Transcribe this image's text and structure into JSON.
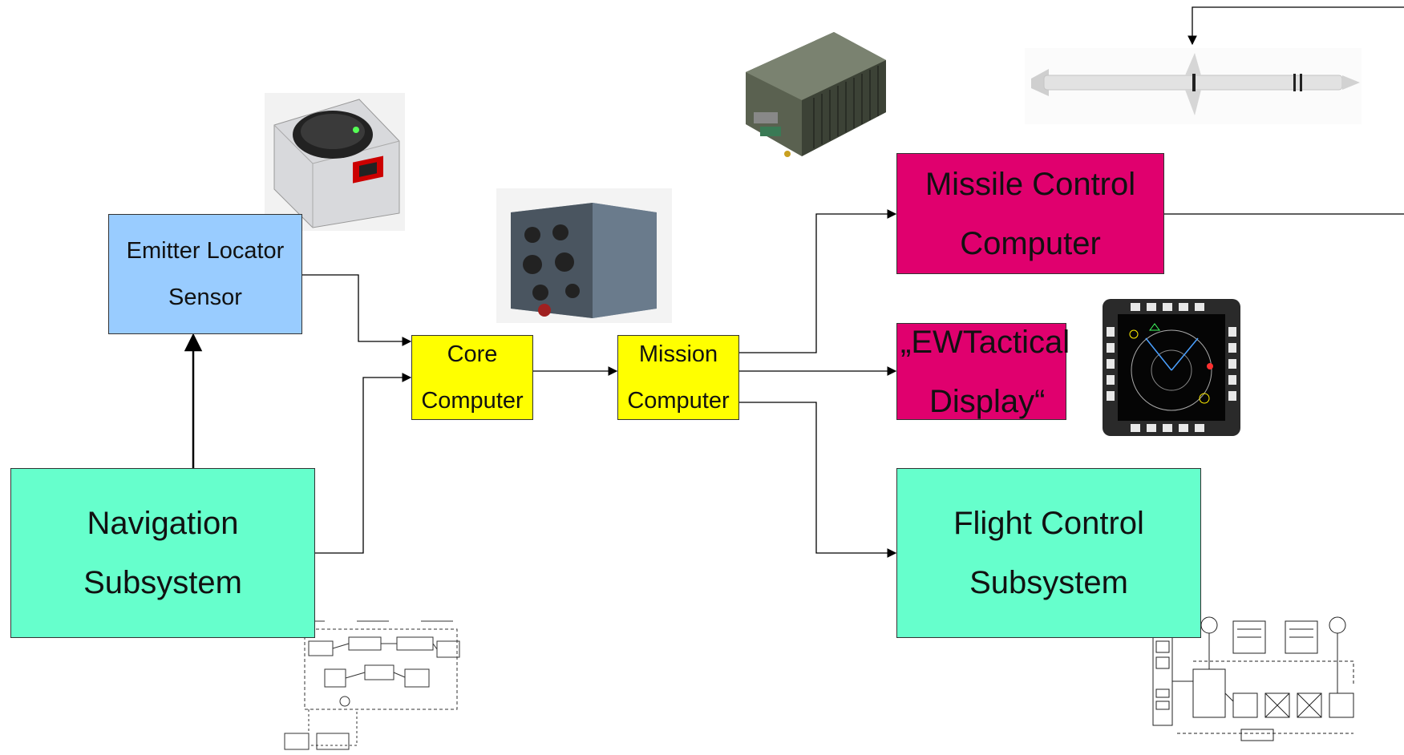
{
  "blocks": {
    "emitter": {
      "line1": "Emitter Locator",
      "line2": "Sensor"
    },
    "core": {
      "line1": "Core",
      "line2": "Computer"
    },
    "mission": {
      "line1": "Mission",
      "line2": "Computer"
    },
    "navigation": {
      "line1": "Navigation",
      "line2": "Subsystem"
    },
    "missile": {
      "line1": "Missile Control",
      "line2": "Computer"
    },
    "ew": {
      "line1": "„EWTactical",
      "line2": "Display“"
    },
    "flight": {
      "line1": "Flight Control",
      "line2": "Subsystem"
    }
  },
  "colors": {
    "sensor": "#99ccff",
    "computer": "#ffff00",
    "subsystem": "#66ffcc",
    "missile_display": "#e0006e"
  },
  "pictures": [
    "sensor-unit-photo",
    "core-computer-photo",
    "mission-computer-photo",
    "missile-photo",
    "tactical-display-photo",
    "navigation-schematic",
    "flight-control-schematic"
  ]
}
